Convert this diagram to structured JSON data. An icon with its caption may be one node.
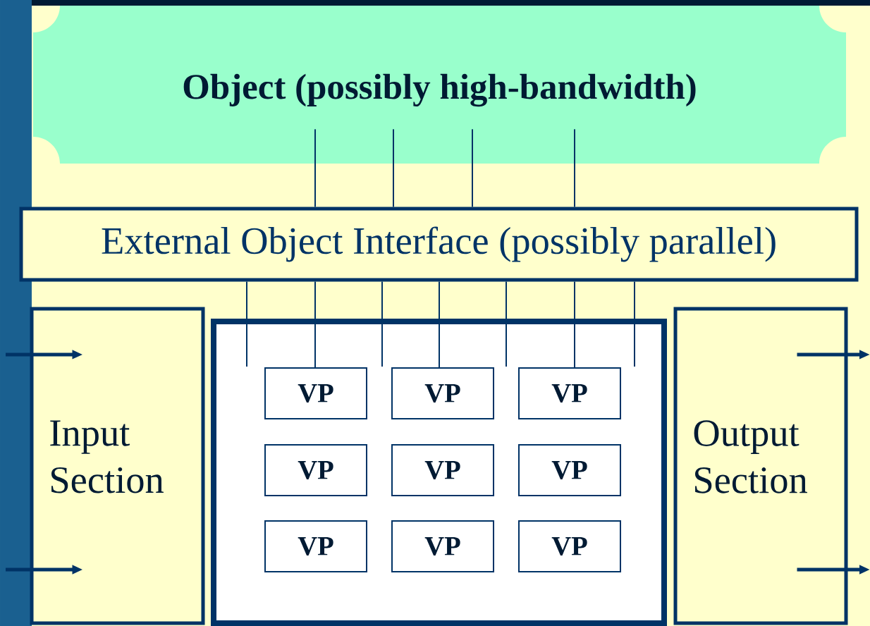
{
  "diagram": {
    "nodes": [
      {
        "text": [
          "Object (possibly high-bandwidth)"
        ]
      },
      {
        "text": [
          "External Object Interface (possibly parallel)"
        ]
      },
      {
        "text": [
          "Input Section"
        ]
      },
      {
        "text": [],
        "shape": "box"
      },
      {
        "text": [
          "VP"
        ],
        "in": 3
      },
      {
        "text": [
          "VP"
        ],
        "in": 3
      },
      {
        "text": [
          "VP"
        ],
        "in": 3
      },
      {
        "text": [
          "VP"
        ],
        "in": 3
      },
      {
        "text": [
          "VP"
        ],
        "in": 3
      },
      {
        "text": [
          "VP"
        ],
        "in": 3
      },
      {
        "text": [
          "VP"
        ],
        "in": 3
      },
      {
        "text": [
          "VP"
        ],
        "in": 3
      },
      {
        "text": [
          "VP"
        ],
        "in": 3
      },
      {
        "text": [
          "Output Section"
        ]
      }
    ],
    "edges": [
      {
        "from": 0,
        "to": 1,
        "arrow": "none"
      },
      {
        "from": 0,
        "to": 1,
        "arrow": "none"
      },
      {
        "from": 0,
        "to": 1,
        "arrow": "none"
      },
      {
        "from": 0,
        "to": 1,
        "arrow": "none"
      },
      {
        "from": 1,
        "to": null,
        "arrow": "none"
      },
      {
        "from": 1,
        "to": 4,
        "arrow": "none"
      },
      {
        "from": 1,
        "to": null,
        "arrow": "none"
      },
      {
        "from": 1,
        "to": 5,
        "arrow": "none"
      },
      {
        "from": 1,
        "to": null,
        "arrow": "none"
      },
      {
        "from": 1,
        "to": 6,
        "arrow": "none"
      },
      {
        "from": 1,
        "to": null,
        "arrow": "none"
      },
      {
        "from": null,
        "to": 2,
        "arrow": "to",
        "style": "thick"
      },
      {
        "from": null,
        "to": 2,
        "arrow": "to",
        "style": "thick"
      },
      {
        "from": 13,
        "to": null,
        "arrow": "to",
        "style": "thick"
      },
      {
        "from": 13,
        "to": null,
        "arrow": "to",
        "style": "thick"
      }
    ]
  }
}
